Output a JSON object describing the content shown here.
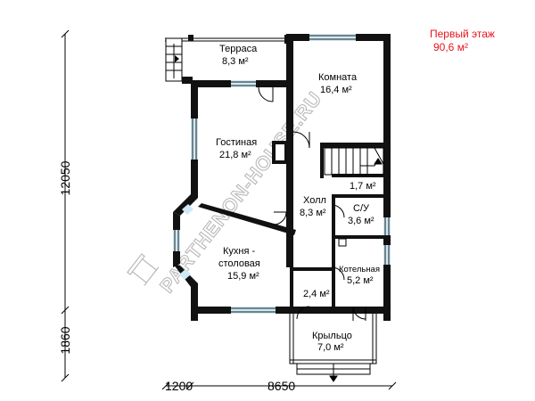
{
  "floor": {
    "title": "Первый этаж",
    "total_area": "90,6 м²"
  },
  "rooms": [
    {
      "name": "Терраса",
      "area": "8,3 м²"
    },
    {
      "name": "Комната",
      "area": "16,4 м²"
    },
    {
      "name": "Гостиная",
      "area": "21,8 м²"
    },
    {
      "name": "",
      "area": "1,7 м²"
    },
    {
      "name": "Холл",
      "area": "8,3 м²"
    },
    {
      "name": "С/У",
      "area": "3,6 м²"
    },
    {
      "name": "Кухня -",
      "name2": "столовая",
      "area": "15,9 м²"
    },
    {
      "name": "Котельная",
      "area": "5,2 м²"
    },
    {
      "name": "",
      "area": "2,4 м²"
    },
    {
      "name": "Крыльцо",
      "area": "7,0 м²"
    }
  ],
  "dimensions": {
    "height_main": "12050",
    "height_porch": "1860",
    "width_left": "1200",
    "width_main": "8650"
  },
  "watermark": "PARTHENON-HOUSE.RU",
  "colors": {
    "title": "#e8141b",
    "wall": "#111111",
    "window": "#cfe9f6"
  }
}
